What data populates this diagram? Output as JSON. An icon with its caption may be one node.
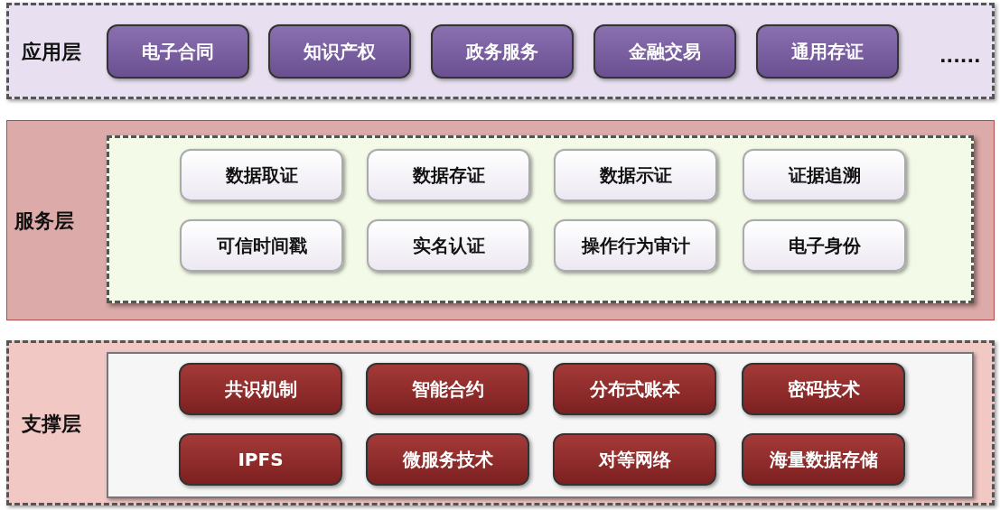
{
  "diagram": {
    "nodes": [
      {
        "text": [
          "应用层"
        ]
      },
      {
        "text": [
          "电子合同"
        ],
        "in": 0
      },
      {
        "text": [
          "知识产权"
        ],
        "in": 0
      },
      {
        "text": [
          "政务服务"
        ],
        "in": 0
      },
      {
        "text": [
          "金融交易"
        ],
        "in": 0
      },
      {
        "text": [
          "通用存证"
        ],
        "in": 0
      },
      {
        "text": [
          "服务层"
        ]
      },
      {
        "text": [],
        "shape": "box",
        "in": 6
      },
      {
        "text": [
          "数据取证"
        ],
        "in": 7
      },
      {
        "text": [
          "数据存证"
        ],
        "in": 7
      },
      {
        "text": [
          "数据示证"
        ],
        "in": 7
      },
      {
        "text": [
          "证据追溯"
        ],
        "in": 7
      },
      {
        "text": [
          "可信时间戳"
        ],
        "in": 7
      },
      {
        "text": [
          "实名认证"
        ],
        "in": 7
      },
      {
        "text": [
          "操作行为审计"
        ],
        "in": 7
      },
      {
        "text": [
          "电子身份"
        ],
        "in": 7
      },
      {
        "text": [
          "支撑层"
        ]
      },
      {
        "text": [],
        "shape": "box",
        "in": 16
      },
      {
        "text": [
          "共识机制"
        ],
        "in": 17
      },
      {
        "text": [
          "智能合约"
        ],
        "in": 17
      },
      {
        "text": [
          "分布式账本"
        ],
        "in": 17
      },
      {
        "text": [
          "密码技术"
        ],
        "in": 17
      },
      {
        "text": [
          "IPFS"
        ],
        "in": 17
      },
      {
        "text": [
          "微服务技术"
        ],
        "in": 17
      },
      {
        "text": [
          "对等网络"
        ],
        "in": 17
      },
      {
        "text": [
          "海量数据存储"
        ],
        "in": 17
      }
    ],
    "labels": [
      "......"
    ]
  }
}
